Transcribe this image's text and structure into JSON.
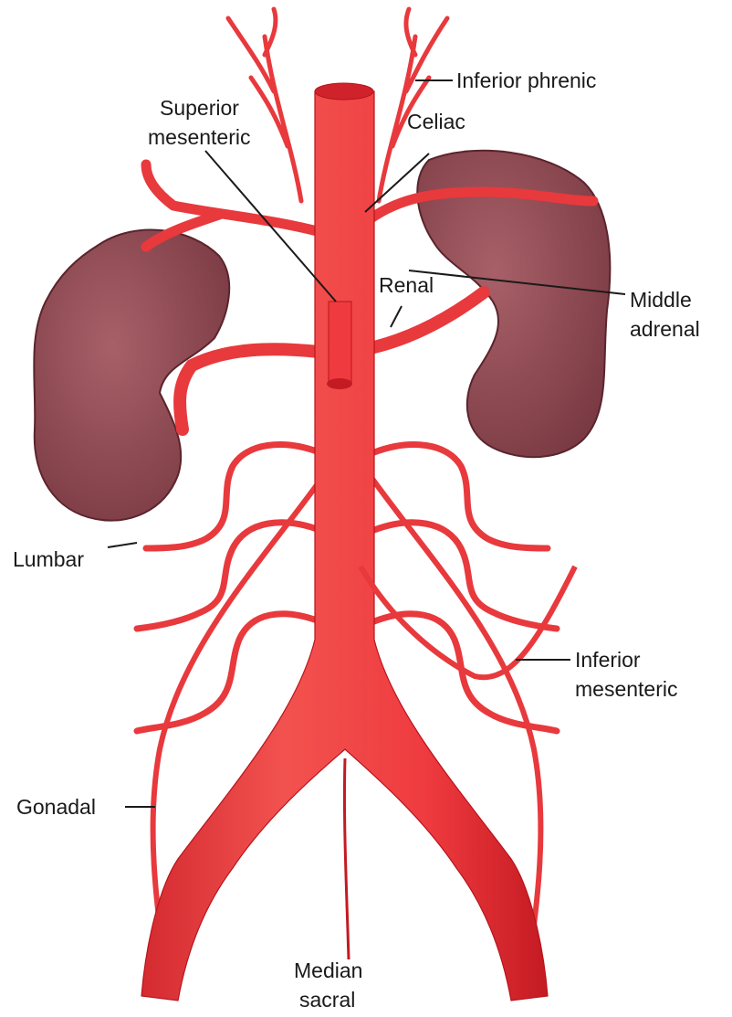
{
  "colors": {
    "artery": "#ef3b3f",
    "artery_dark": "#c41a22",
    "artery_highlight": "#ff8a82",
    "kidney": "#8e4750",
    "kidney_dark": "#5a242c",
    "kidney_light": "#a85c64",
    "line": "#1a1a1a"
  },
  "labels": {
    "inferior_phrenic": "Inferior phrenic",
    "superior_mesenteric_1": "Superior",
    "superior_mesenteric_2": "mesenteric",
    "celiac": "Celiac",
    "renal": "Renal",
    "middle_adrenal_1": "Middle",
    "middle_adrenal_2": "adrenal",
    "lumbar": "Lumbar",
    "inferior_mesenteric_1": "Inferior",
    "inferior_mesenteric_2": "mesenteric",
    "gonadal": "Gonadal",
    "median_sacral_1": "Median",
    "median_sacral_2": "sacral"
  }
}
